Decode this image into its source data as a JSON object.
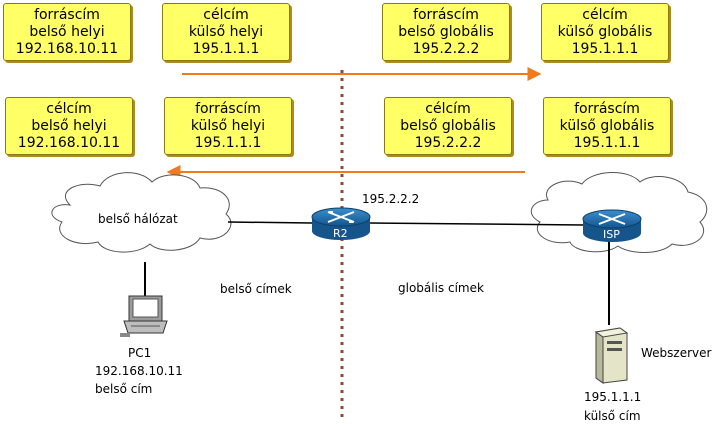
{
  "boxes_top": [
    {
      "lines": [
        "forráscím",
        "belső helyi",
        "192.168.10.11"
      ]
    },
    {
      "lines": [
        "célcím",
        "külső helyi",
        "195.1.1.1"
      ]
    },
    {
      "lines": [
        "forráscím",
        "belső globális",
        "195.2.2.2"
      ]
    },
    {
      "lines": [
        "célcím",
        "külső globális",
        "195.1.1.1"
      ]
    }
  ],
  "boxes_bottom": [
    {
      "lines": [
        "célcím",
        "belső helyi",
        "192.168.10.11"
      ]
    },
    {
      "lines": [
        "forráscím",
        "külső helyi",
        "195.1.1.1"
      ]
    },
    {
      "lines": [
        "célcím",
        "belső globális",
        "195.2.2.2"
      ]
    },
    {
      "lines": [
        "forráscím",
        "külső globális",
        "195.1.1.1"
      ]
    }
  ],
  "clouds": {
    "inside": {
      "label": "belső hálózat"
    }
  },
  "routers": {
    "r2": {
      "label": "R2",
      "ip": "195.2.2.2"
    },
    "isp": {
      "label": "ISP"
    }
  },
  "zones": {
    "inside": "belső címek",
    "global": "globális címek"
  },
  "pc": {
    "name": "PC1",
    "ip": "192.168.10.11",
    "role": "belső cím"
  },
  "server": {
    "name": "Webszerver",
    "ip": "195.1.1.1",
    "role": "külső cím"
  },
  "colors": {
    "box_fill": "#ffff66",
    "box_border": "#8a7a12",
    "arrow": "#f07a1e",
    "divider": "#8b4a3a",
    "router": "#1d6fb0"
  }
}
